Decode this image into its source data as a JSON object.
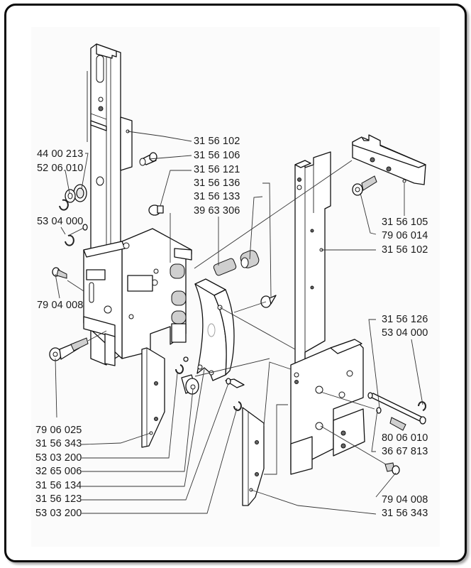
{
  "diagram": {
    "title": "",
    "type": "exploded parts diagram",
    "labels_left": [
      {
        "id": "l1",
        "text": "44 00 213"
      },
      {
        "id": "l2",
        "text": "52 06 010"
      },
      {
        "id": "l3",
        "text": "53 04 000"
      },
      {
        "id": "l4",
        "text": "79 04 008"
      },
      {
        "id": "l5",
        "text": "79 06 025"
      },
      {
        "id": "l6",
        "text": "31 56 343"
      },
      {
        "id": "l7",
        "text": "53 03 200"
      },
      {
        "id": "l8",
        "text": "32 65 006"
      },
      {
        "id": "l9",
        "text": "31 56 134"
      },
      {
        "id": "l10",
        "text": "31 56 123"
      },
      {
        "id": "l11",
        "text": "53 03 200"
      }
    ],
    "labels_center": [
      {
        "id": "c1",
        "text": "31 56 102"
      },
      {
        "id": "c2",
        "text": "31 56 106"
      },
      {
        "id": "c3",
        "text": "31 56 121"
      },
      {
        "id": "c4",
        "text": "31 56 136"
      },
      {
        "id": "c5",
        "text": "31 56 133"
      },
      {
        "id": "c6",
        "text": "39 63 306"
      }
    ],
    "labels_right": [
      {
        "id": "r1",
        "text": "31 56 105"
      },
      {
        "id": "r2",
        "text": "79 06 014"
      },
      {
        "id": "r3",
        "text": "31 56 102"
      },
      {
        "id": "r4",
        "text": "31 56 126"
      },
      {
        "id": "r5",
        "text": "53 04 000"
      },
      {
        "id": "r6",
        "text": "80 06 010"
      },
      {
        "id": "r7",
        "text": "36 67 813"
      },
      {
        "id": "r8",
        "text": "79 04 008"
      },
      {
        "id": "r9",
        "text": "31 56 343"
      }
    ]
  }
}
